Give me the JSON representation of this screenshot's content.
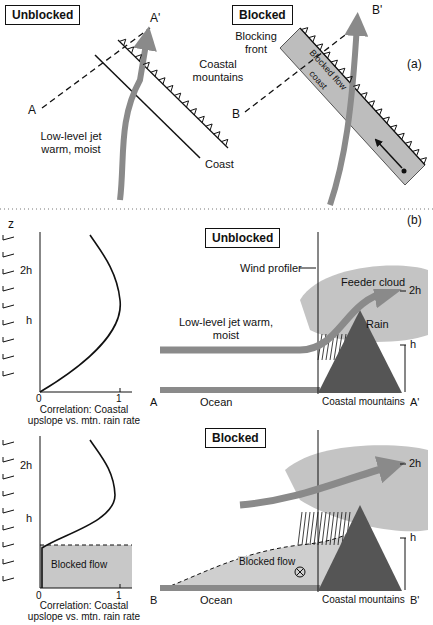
{
  "diagram": {
    "nodes": [
      {
        "text": [
          "Unblocked"
        ]
      },
      {
        "text": [
          "Blocked"
        ]
      },
      {
        "text": [
          "Unblocked"
        ]
      },
      {
        "text": [
          "Blocked"
        ]
      }
    ],
    "labels": [
      "A'",
      "Coastal mountains",
      "A",
      "Low-level jet warm, moist",
      "Coast",
      "B'",
      "Blocking front",
      "B",
      "Blocked flow",
      "coast",
      "(a)",
      "z",
      "2h",
      "h",
      "0",
      "1",
      "Correlation: Coastal upslope vs. mtn. rain rate",
      "(b)",
      "Wind profiler",
      "Feeder cloud",
      "2h",
      "Low-level jet warm, moist",
      "Rain",
      "h",
      "Ocean",
      "Coastal mountains",
      "A",
      "A'",
      "2h",
      "h",
      "Blocked flow",
      "0",
      "1",
      "Correlation: Coastal upslope vs. mtn. rain rate",
      "2h",
      "h",
      "Blocked flow",
      "Ocean",
      "Coastal mountains",
      "B",
      "B'"
    ]
  }
}
